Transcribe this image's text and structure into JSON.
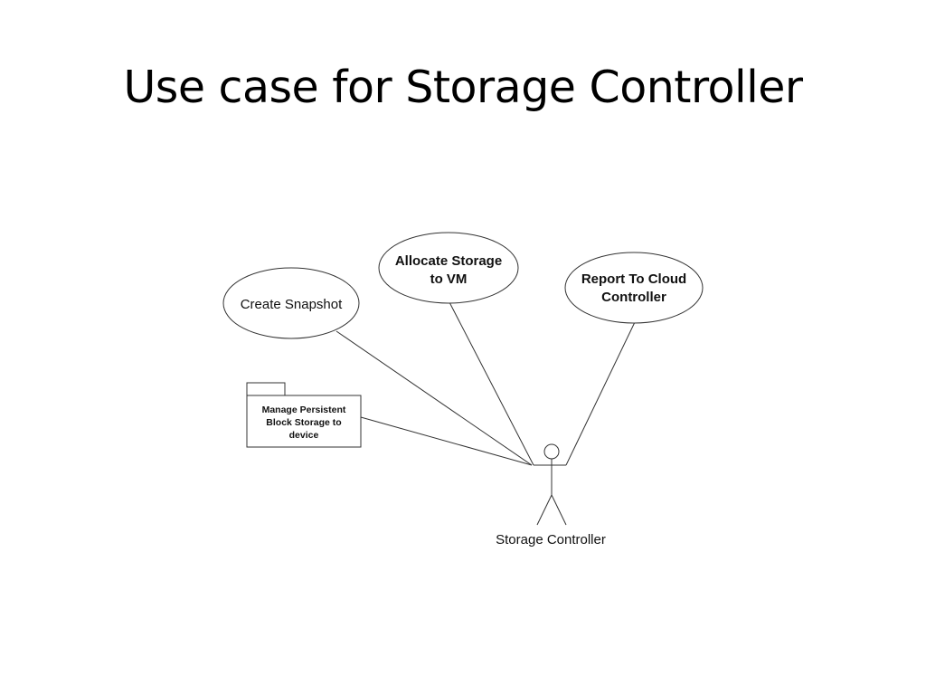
{
  "title": "Use case for Storage Controller",
  "diagram": {
    "use_cases": {
      "create_snapshot": "Create Snapshot",
      "allocate_storage": [
        "Allocate Storage",
        "to VM"
      ],
      "report_to_cloud": [
        "Report To Cloud",
        "Controller"
      ]
    },
    "package": {
      "label": [
        "Manage Persistent",
        "Block Storage to",
        "device"
      ]
    },
    "actor": {
      "label": "Storage Controller"
    }
  }
}
